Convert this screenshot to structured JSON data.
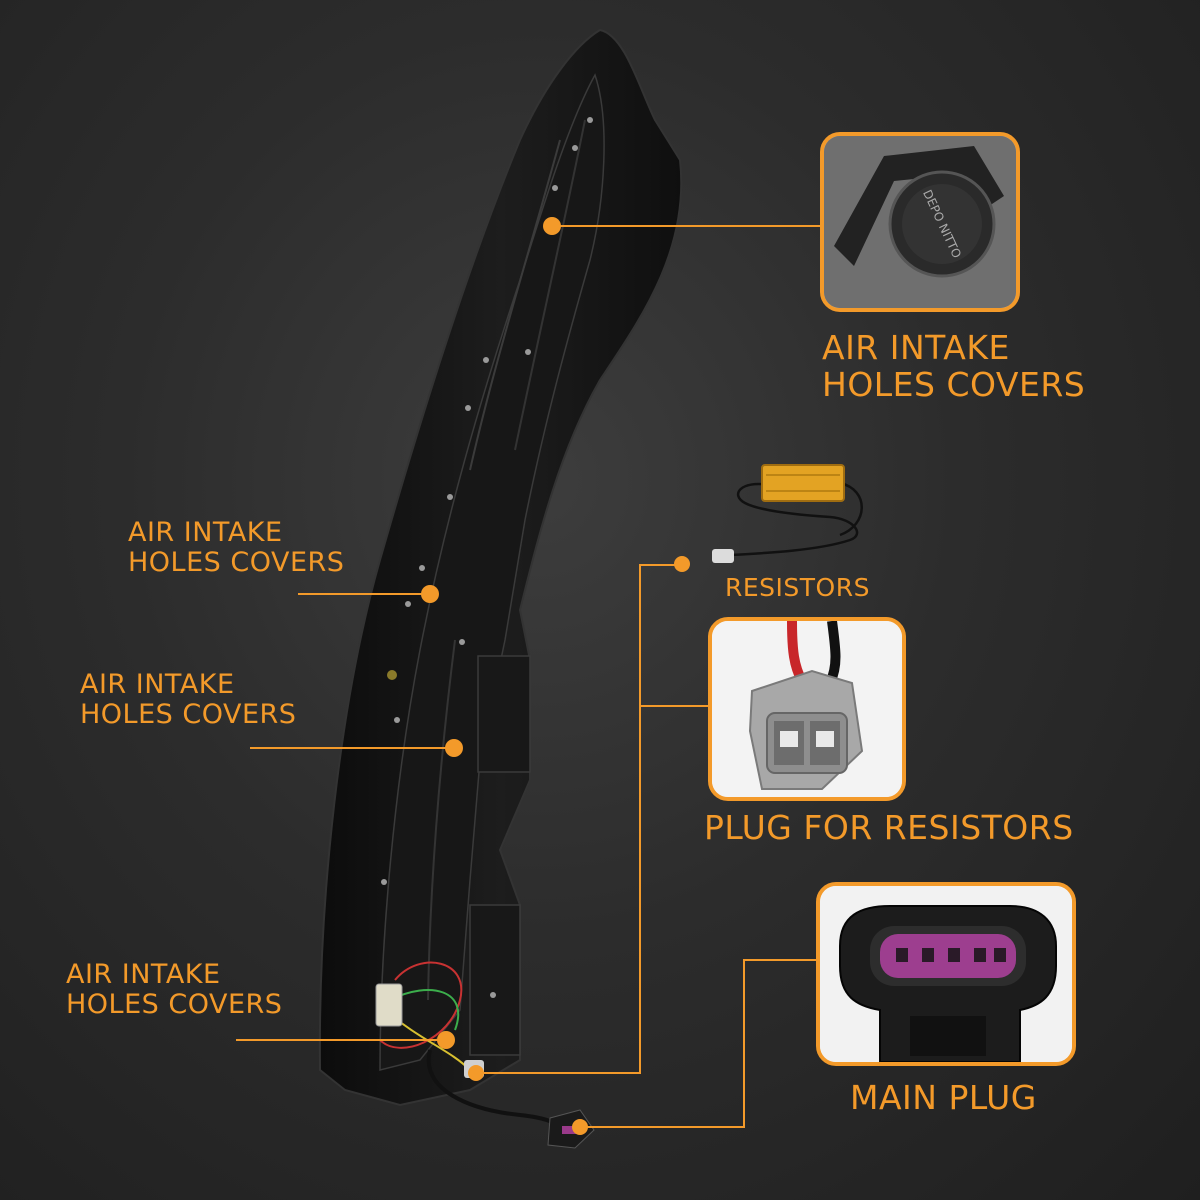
{
  "colors": {
    "accent": "#f39a2a",
    "background": "#2c2c2c",
    "housing": "#141414"
  },
  "callouts": {
    "top_right": {
      "line1": "AIR INTAKE",
      "line2": "HOLES COVERS"
    },
    "left_upper": {
      "line1": "AIR INTAKE",
      "line2": "HOLES COVERS"
    },
    "left_middle": {
      "line1": "AIR INTAKE",
      "line2": "HOLES COVERS"
    },
    "left_lower": {
      "line1": "AIR INTAKE",
      "line2": "HOLES COVERS"
    },
    "resistors": {
      "label": "RESISTORS"
    },
    "plug_for_resistors": {
      "label": "PLUG FOR RESISTORS"
    },
    "main_plug": {
      "label": "MAIN PLUG"
    }
  },
  "cover_stamp": {
    "text": "DEPO NITTO"
  },
  "icons": {
    "cover": "cover-closeup-icon",
    "resistor": "resistor-icon",
    "plug": "plug-closeup-icon",
    "main_plug": "main-plug-closeup-icon"
  }
}
